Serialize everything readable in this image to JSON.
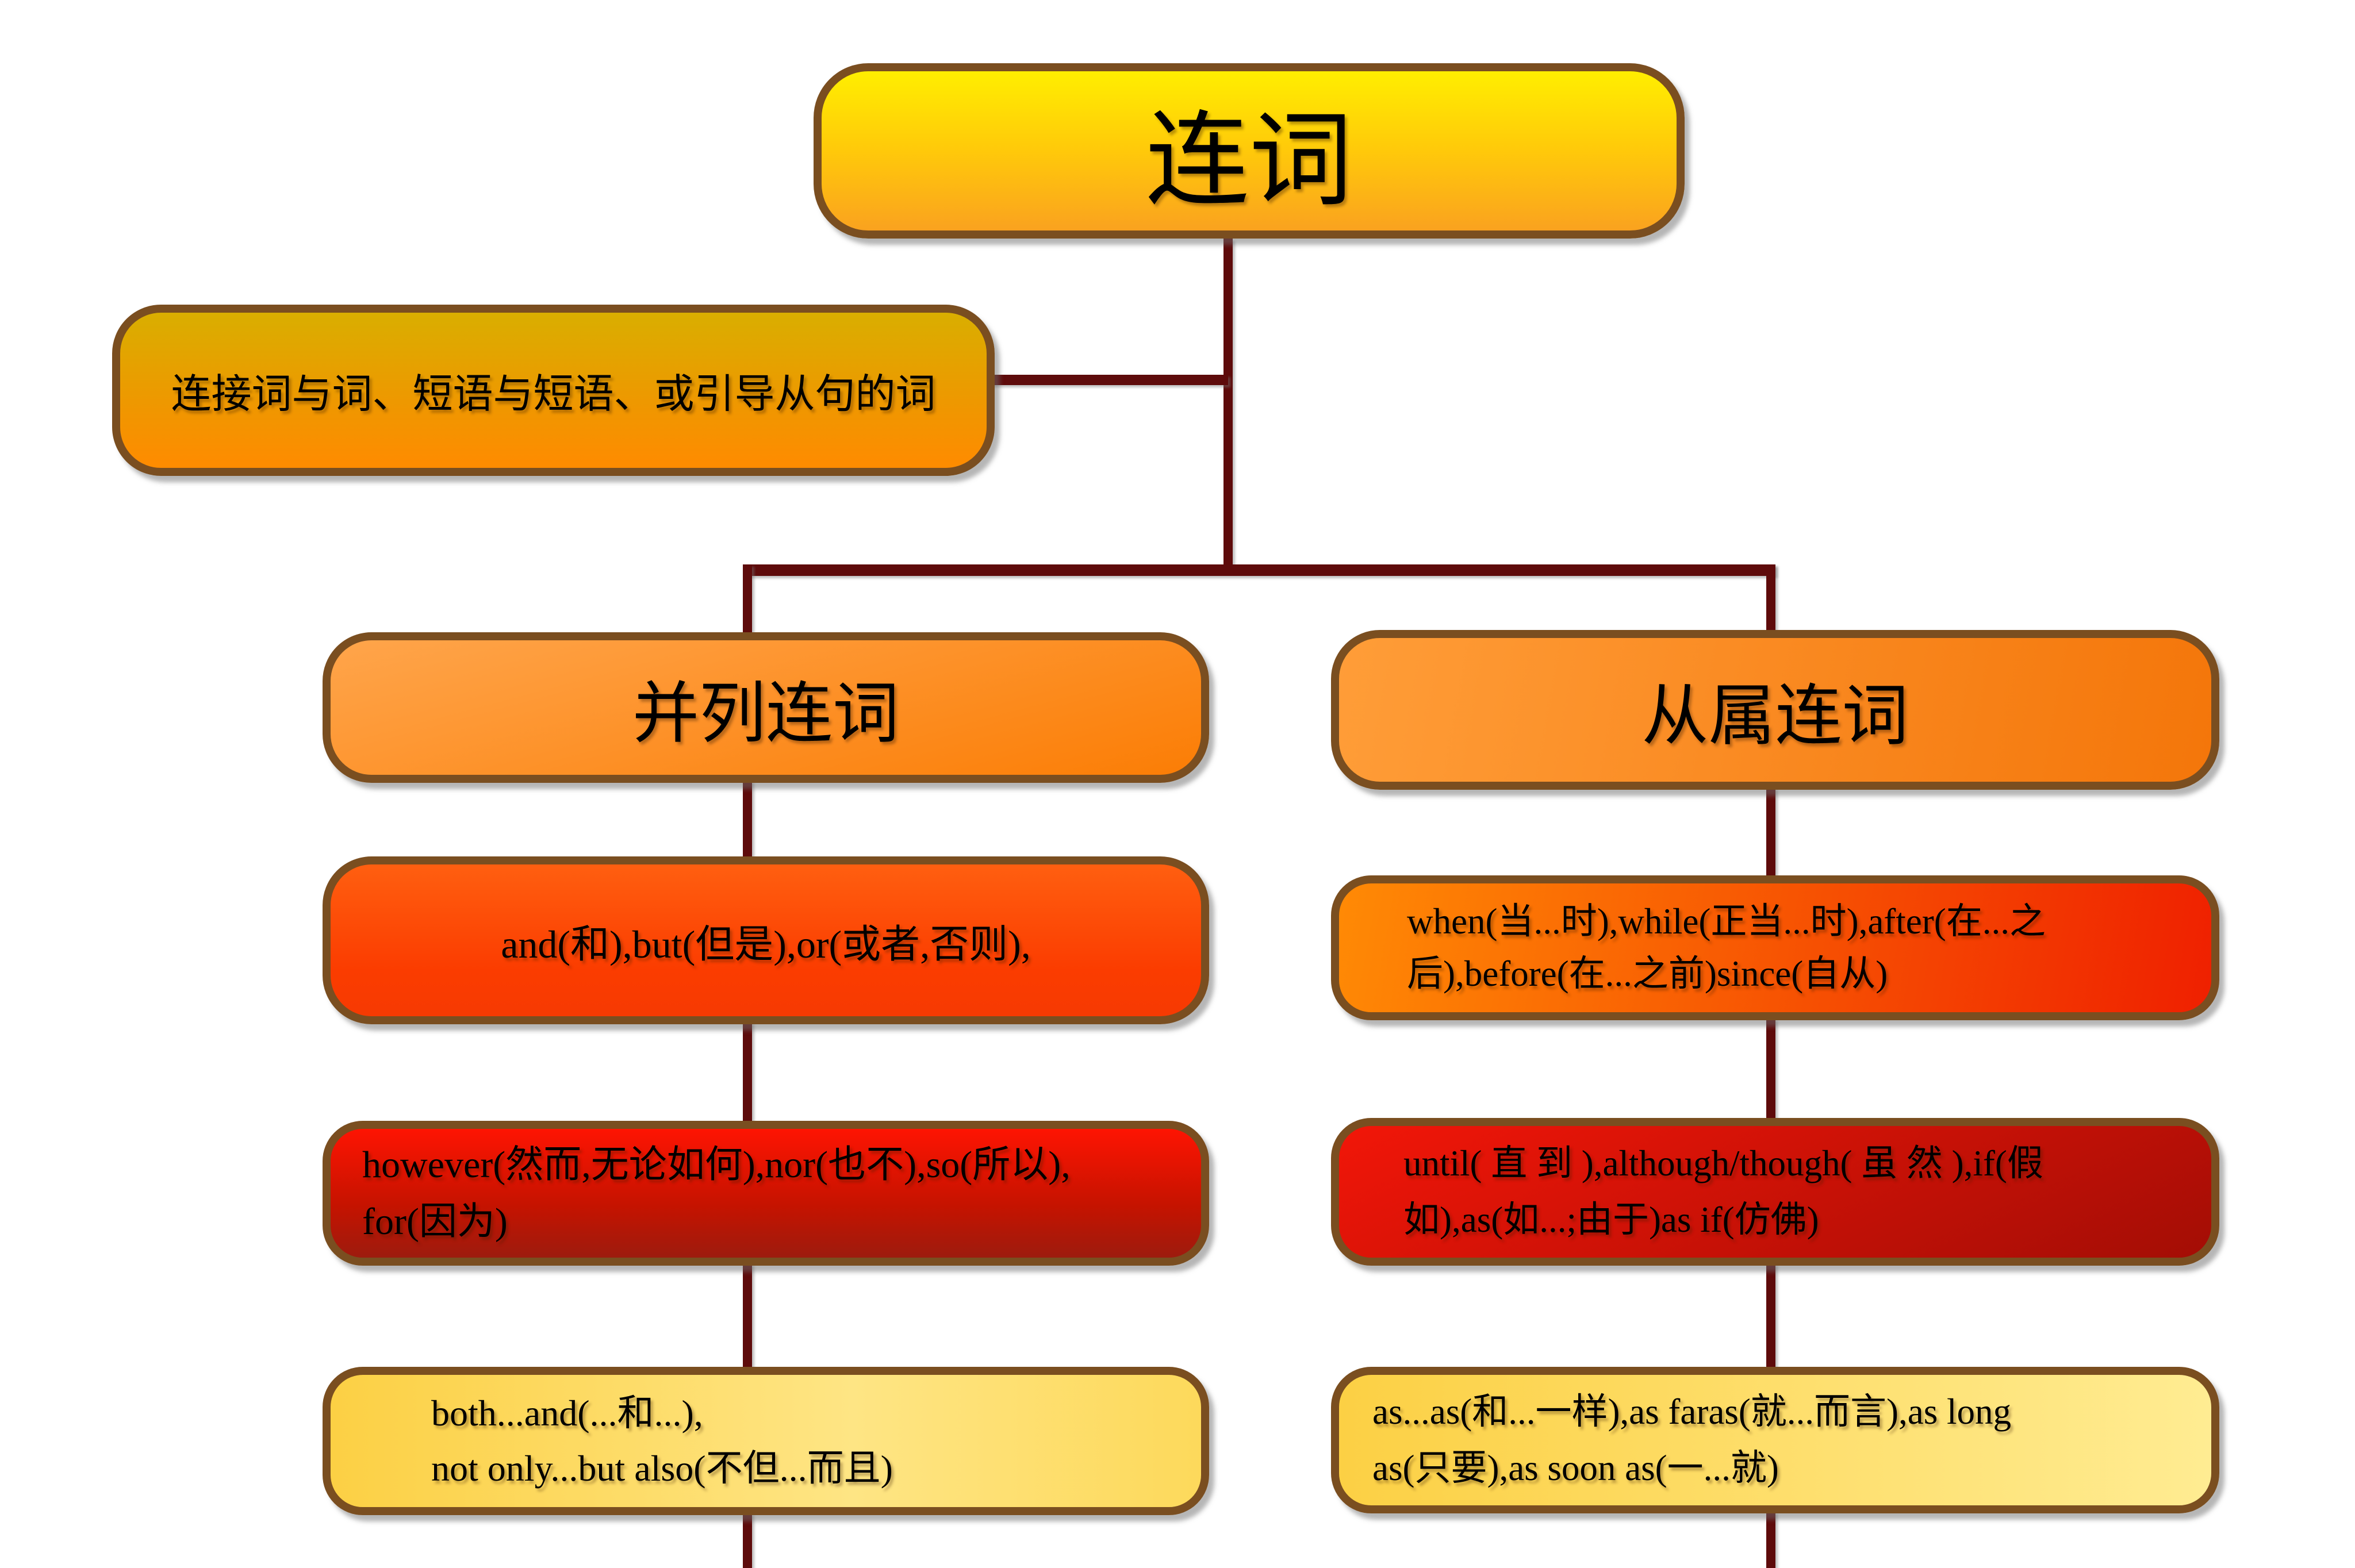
{
  "root": {
    "label": "连词"
  },
  "definition": {
    "label": "连接词与词、短语与短语、或引导从句的词"
  },
  "branches": [
    {
      "header": "并列连词",
      "items": [
        {
          "text": "and(和),but(但是),or(或者,否则),"
        },
        {
          "text": "however(然而,无论如何),nor(也不),so(所以),\nfor(因为)"
        },
        {
          "text": "both...and(...和...),\nnot only...but also(不但...而且)"
        }
      ]
    },
    {
      "header": "从属连词",
      "items": [
        {
          "text": "when(当...时),while(正当...时),after(在...之\n后),before(在...之前)since(自从)"
        },
        {
          "text": "until( 直 到 ),although/though( 虽 然 ),if(假\n如),as(如...;由于)as if(仿佛)"
        },
        {
          "text": "as...as(和...一样),as faras(就...而言),as long\nas(只要),as soon as(一...就)"
        }
      ]
    }
  ],
  "colors": {
    "background": "#ffffff",
    "connector": "#5e0b0b",
    "node_border": "#7a4e20",
    "root_gradient_top": "#ffee00",
    "root_gradient_bottom": "#faa21f",
    "definition_gradient_top": "#d9ae00",
    "definition_gradient_bottom": "#ff8b00",
    "branch_gradient_start": "#ffa54b",
    "branch_gradient_end": "#f4760a",
    "leaf_orange_red": "#fb3c00",
    "leaf_red_dark": "#9d1b0e",
    "leaf_yellow": "#fcd044",
    "text": "#000000"
  }
}
